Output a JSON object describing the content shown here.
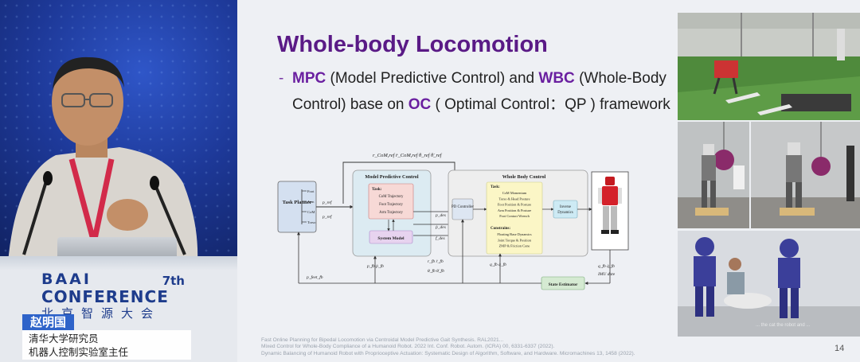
{
  "conference": {
    "brand": "BAAI",
    "edition": "7th",
    "word": "CONFERENCE",
    "cn_name": "北京智源大会"
  },
  "speaker": {
    "name": "赵明国",
    "title_line1": "清华大学研究员",
    "title_line2": "机器人控制实验室主任"
  },
  "slide": {
    "title": "Whole-body Locomotion",
    "bullet_dash": "-",
    "bullet_parts": [
      {
        "text": "MPC",
        "hl": true
      },
      {
        "text": " (Model Predictive Control) and ",
        "hl": false
      },
      {
        "text": "WBC",
        "hl": true
      },
      {
        "text": " (Whole-Body Control) base on ",
        "hl": false
      },
      {
        "text": "OC",
        "hl": true
      },
      {
        "text": " ( Optimal Control：QP ) framework",
        "hl": false
      }
    ],
    "page_number": "14",
    "footnotes": [
      "Fast Online Planning for Bipedal Locomotion via Centroidal Model Predictive Gait Synthesis. RAL2021...",
      "Mixed Control for Whole-Body Compliance of a Humanoid Robot. 2022 Int. Conf. Robot. Autom. (ICRA) 00, 6331-6337 (2022).",
      "Dynamic Balancing of Humanoid Robot with Proprioceptive Actuation: Systematic Design of Algorithm, Software, and Hardware. Micromachines 13, 1458 (2022)."
    ],
    "photo_caption": "... the cat the robot and ..."
  },
  "diagram": {
    "task_planner": "Task Planner",
    "planner_outputs": [
      "Foot",
      "Arm",
      "CoM",
      "Torso"
    ],
    "mpc_title": "Model Predictive Control",
    "mpc_task_head": "Task:",
    "mpc_tasks": [
      "CoM Trajectory",
      "Foot Trajectory",
      "Arm Trajectory"
    ],
    "system_model": "System Model",
    "wbc_title": "Whole Body Control",
    "pd_controller": "PD Controller",
    "wbc_task_head": "Task:",
    "wbc_tasks": [
      "CoM Momentum",
      "Torso & Head Posture",
      "Foot Position & Posture",
      "Arm Position & Posture",
      "Foot Contact Wrench"
    ],
    "wbc_cons_head": "Constrains:",
    "wbc_cons": [
      "Floating Base Dynamics",
      "Joint Torque & Position",
      "ZMP & Friction Cone"
    ],
    "inverse_dynamics": [
      "Inverse",
      "Dynamics"
    ],
    "state_estimator": "State Estimator",
    "imu_label": "IMU date",
    "colors": {
      "mpc_box": "#dcebf2",
      "wbc_box": "#eeeeee",
      "task_box": "#f7d9d6",
      "constraint_box": "#fbf6c6",
      "sysmodel_box": "#e7d3ef",
      "inverse_box": "#cdeaf4",
      "estimator_box": "#d5ead2",
      "planner_box": "#d4e0f0"
    }
  },
  "icons": [
    "dash-bullet-icon",
    "humanoid-robot-icon"
  ]
}
